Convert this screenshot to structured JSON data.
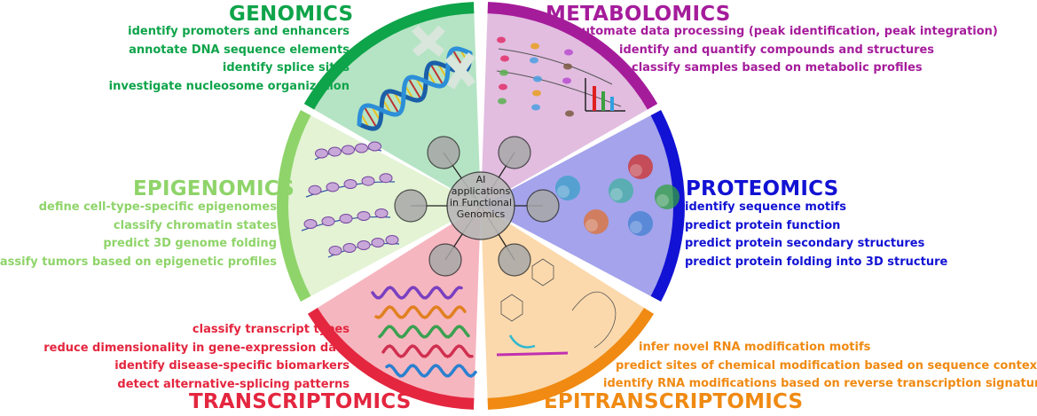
{
  "center": {
    "lines": [
      "AI",
      "applications",
      "in Functional",
      "Genomics"
    ]
  },
  "sectors": {
    "genomics": {
      "title": "GENOMICS",
      "color": "#0ea44a",
      "fill": "#b5e4c4",
      "items": [
        "identify promoters and enhancers",
        "annotate DNA sequence elements",
        "identify splice sites",
        "investigate nucleosome organization"
      ]
    },
    "metabolomics": {
      "title": "METABOLOMICS",
      "color": "#a51c9b",
      "fill": "#e2bde0",
      "items": [
        "automate data processing (peak identification, peak integration)",
        "identify and quantify compounds and structures",
        "classify samples based on metabolic profiles"
      ]
    },
    "epigenomics": {
      "title": "EPIGENOMICS",
      "color": "#8fd46a",
      "fill": "#e3f3d4",
      "items": [
        "define cell-type-specific epigenomes",
        "classify chromatin states",
        "predict 3D genome folding",
        "classify tumors based on epigenetic profiles"
      ]
    },
    "proteomics": {
      "title": "PROTEOMICS",
      "color": "#1212d4",
      "fill": "#a4a3ec",
      "items": [
        "identify sequence motifs",
        "predict protein function",
        "predict protein secondary structures",
        "predict protein folding into 3D structure"
      ]
    },
    "transcriptomics": {
      "title": "TRANSCRIPTOMICS",
      "color": "#e4263f",
      "fill": "#f6b6bf",
      "items": [
        "classify transcript types",
        "reduce dimensionality in gene-expression data",
        "identify disease-specific biomarkers",
        "detect alternative-splicing patterns"
      ]
    },
    "epitranscriptomics": {
      "title": "EPITRANSCRIPTOMICS",
      "color": "#f08a12",
      "fill": "#fbd9ac",
      "items": [
        "infer novel RNA modification motifs",
        "predict sites of chemical modification based on sequence context",
        "identify RNA modifications based on reverse transcription signatures"
      ]
    }
  }
}
